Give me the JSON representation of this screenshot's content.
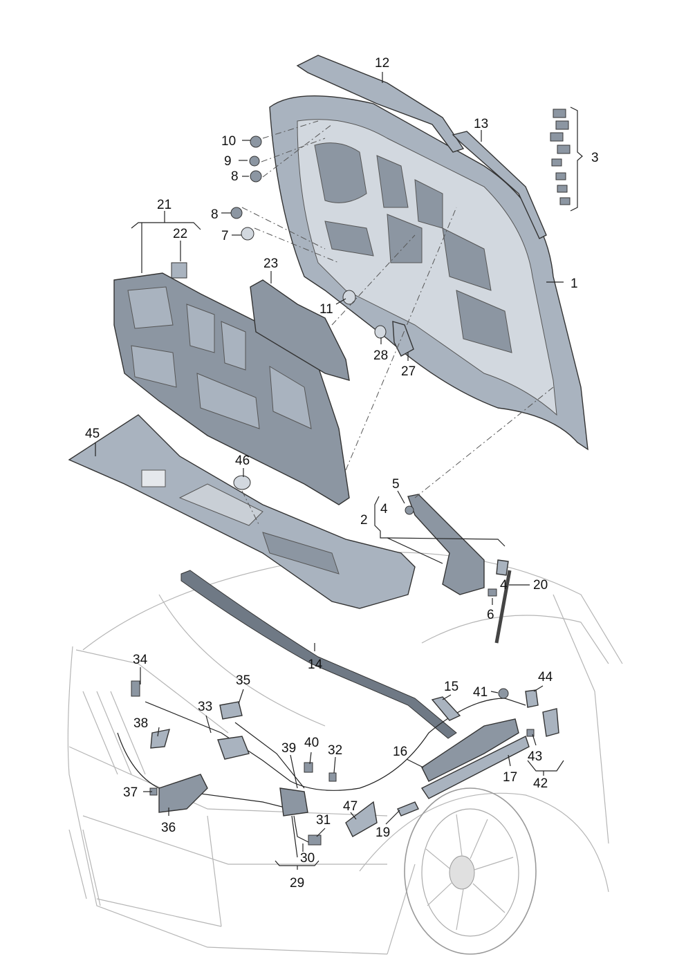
{
  "colors": {
    "part_fill": "#a9b3bf",
    "part_dark": "#7e8894",
    "part_light": "#d2d8df",
    "car_line": "#b5b5b5",
    "car_shade": "#dfe4e8",
    "label": "#111111"
  },
  "callouts": [
    {
      "id": "c1",
      "text": "1"
    },
    {
      "id": "c2",
      "text": "2"
    },
    {
      "id": "c3",
      "text": "3"
    },
    {
      "id": "c4a",
      "text": "4"
    },
    {
      "id": "c4b",
      "text": "4"
    },
    {
      "id": "c5",
      "text": "5"
    },
    {
      "id": "c6",
      "text": "6"
    },
    {
      "id": "c7",
      "text": "7"
    },
    {
      "id": "c8a",
      "text": "8"
    },
    {
      "id": "c8b",
      "text": "8"
    },
    {
      "id": "c9",
      "text": "9"
    },
    {
      "id": "c10",
      "text": "10"
    },
    {
      "id": "c11",
      "text": "11"
    },
    {
      "id": "c12",
      "text": "12"
    },
    {
      "id": "c13",
      "text": "13"
    },
    {
      "id": "c14",
      "text": "14"
    },
    {
      "id": "c15",
      "text": "15"
    },
    {
      "id": "c16",
      "text": "16"
    },
    {
      "id": "c17",
      "text": "17"
    },
    {
      "id": "c19",
      "text": "19"
    },
    {
      "id": "c20",
      "text": "20"
    },
    {
      "id": "c21",
      "text": "21"
    },
    {
      "id": "c22",
      "text": "22"
    },
    {
      "id": "c23",
      "text": "23"
    },
    {
      "id": "c27",
      "text": "27"
    },
    {
      "id": "c28",
      "text": "28"
    },
    {
      "id": "c29",
      "text": "29"
    },
    {
      "id": "c30",
      "text": "30"
    },
    {
      "id": "c31",
      "text": "31"
    },
    {
      "id": "c32",
      "text": "32"
    },
    {
      "id": "c33",
      "text": "33"
    },
    {
      "id": "c34",
      "text": "34"
    },
    {
      "id": "c35",
      "text": "35"
    },
    {
      "id": "c36",
      "text": "36"
    },
    {
      "id": "c37",
      "text": "37"
    },
    {
      "id": "c38",
      "text": "38"
    },
    {
      "id": "c39",
      "text": "39"
    },
    {
      "id": "c40",
      "text": "40"
    },
    {
      "id": "c41",
      "text": "41"
    },
    {
      "id": "c42",
      "text": "42"
    },
    {
      "id": "c43",
      "text": "43"
    },
    {
      "id": "c44",
      "text": "44"
    },
    {
      "id": "c45",
      "text": "45"
    },
    {
      "id": "c46",
      "text": "46"
    },
    {
      "id": "c47",
      "text": "47"
    }
  ]
}
